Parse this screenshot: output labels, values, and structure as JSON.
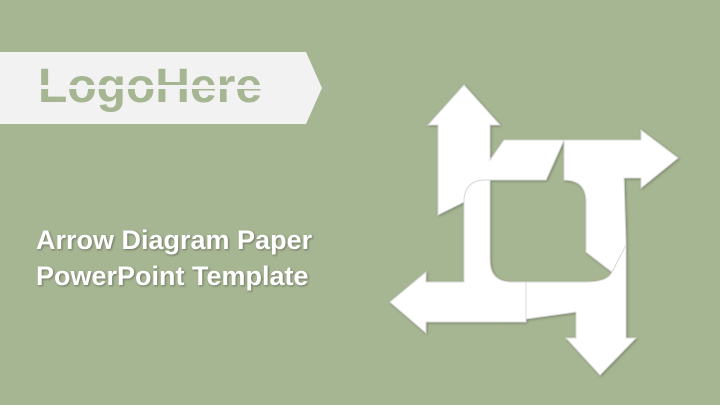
{
  "logo": {
    "text": "LogoHere"
  },
  "title": {
    "line1": "Arrow Diagram Paper",
    "line2": "PowerPoint Template"
  },
  "colors": {
    "background": "#a6b592",
    "banner": "#f2f2f2",
    "text": "#ffffff",
    "diagram": "#ffffff"
  },
  "diagram": {
    "icon": "four-arrows-pinwheel-icon"
  }
}
